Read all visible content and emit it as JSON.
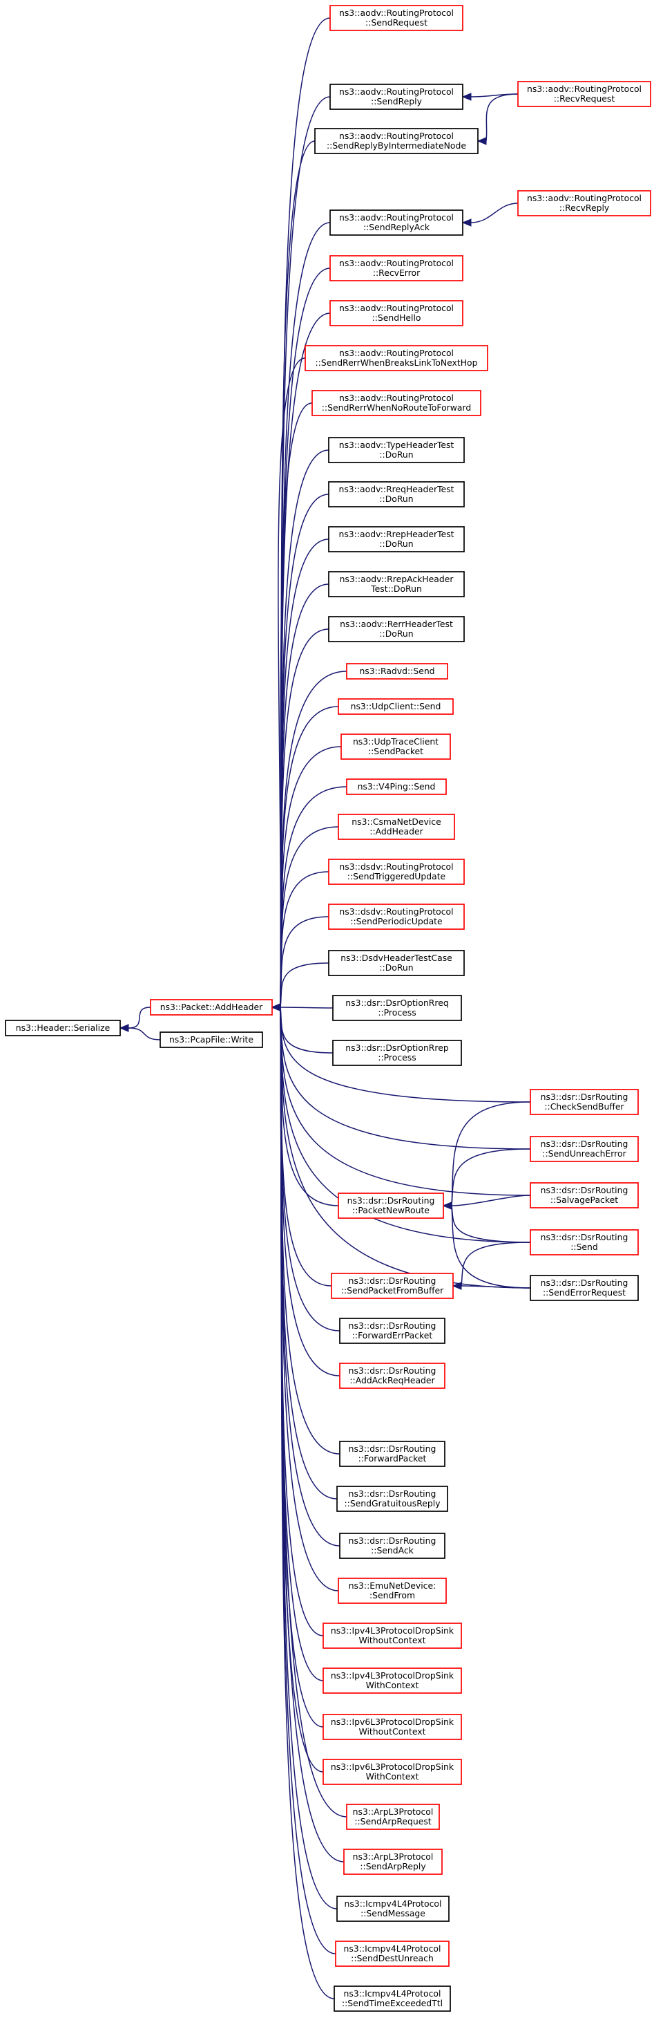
{
  "colors": {
    "linked": "#ff0000",
    "plain": "#000000",
    "root_fill": "#bfbfbf",
    "edge": "#191970"
  },
  "nodes": [
    {
      "id": "serialize",
      "lines": [
        "ns3::Header::Serialize"
      ],
      "style": "root"
    },
    {
      "id": "addheader",
      "lines": [
        "ns3::Packet::AddHeader"
      ],
      "style": "linked"
    },
    {
      "id": "pcapwrite",
      "lines": [
        "ns3::PcapFile::Write"
      ],
      "style": "plain"
    },
    {
      "id": "aodv-sendrequest",
      "lines": [
        "ns3::aodv::RoutingProtocol",
        "::SendRequest"
      ],
      "style": "linked"
    },
    {
      "id": "aodv-sendreply",
      "lines": [
        "ns3::aodv::RoutingProtocol",
        "::SendReply"
      ],
      "style": "plain"
    },
    {
      "id": "aodv-recvrequest",
      "lines": [
        "ns3::aodv::RoutingProtocol",
        "::RecvRequest"
      ],
      "style": "linked"
    },
    {
      "id": "aodv-sendreplyinter",
      "lines": [
        "ns3::aodv::RoutingProtocol",
        "::SendReplyByIntermediateNode"
      ],
      "style": "plain"
    },
    {
      "id": "aodv-sendreplyack",
      "lines": [
        "ns3::aodv::RoutingProtocol",
        "::SendReplyAck"
      ],
      "style": "plain"
    },
    {
      "id": "aodv-recvreply",
      "lines": [
        "ns3::aodv::RoutingProtocol",
        "::RecvReply"
      ],
      "style": "linked"
    },
    {
      "id": "aodv-recverror",
      "lines": [
        "ns3::aodv::RoutingProtocol",
        "::RecvError"
      ],
      "style": "linked"
    },
    {
      "id": "aodv-sendhello",
      "lines": [
        "ns3::aodv::RoutingProtocol",
        "::SendHello"
      ],
      "style": "linked"
    },
    {
      "id": "aodv-sendrerrbreaks",
      "lines": [
        "ns3::aodv::RoutingProtocol",
        "::SendRerrWhenBreaksLinkToNextHop"
      ],
      "style": "linked"
    },
    {
      "id": "aodv-sendrerrnoroute",
      "lines": [
        "ns3::aodv::RoutingProtocol",
        "::SendRerrWhenNoRouteToForward"
      ],
      "style": "linked"
    },
    {
      "id": "aodv-typeheadertest",
      "lines": [
        "ns3::aodv::TypeHeaderTest",
        "::DoRun"
      ],
      "style": "plain"
    },
    {
      "id": "aodv-rreqheadertest",
      "lines": [
        "ns3::aodv::RreqHeaderTest",
        "::DoRun"
      ],
      "style": "plain"
    },
    {
      "id": "aodv-rrepheadertest",
      "lines": [
        "ns3::aodv::RrepHeaderTest",
        "::DoRun"
      ],
      "style": "plain"
    },
    {
      "id": "aodv-rrepackheadertest",
      "lines": [
        "ns3::aodv::RrepAckHeader",
        "Test::DoRun"
      ],
      "style": "plain"
    },
    {
      "id": "aodv-rerrheadertest",
      "lines": [
        "ns3::aodv::RerrHeaderTest",
        "::DoRun"
      ],
      "style": "plain"
    },
    {
      "id": "radvd-send",
      "lines": [
        "ns3::Radvd::Send"
      ],
      "style": "linked"
    },
    {
      "id": "udpclient-send",
      "lines": [
        "ns3::UdpClient::Send"
      ],
      "style": "linked"
    },
    {
      "id": "udptraceclient-sendpacket",
      "lines": [
        "ns3::UdpTraceClient",
        "::SendPacket"
      ],
      "style": "linked"
    },
    {
      "id": "v4ping-send",
      "lines": [
        "ns3::V4Ping::Send"
      ],
      "style": "linked"
    },
    {
      "id": "csmanetdevice-addheader",
      "lines": [
        "ns3::CsmaNetDevice",
        "::AddHeader"
      ],
      "style": "linked"
    },
    {
      "id": "dsdv-sendtriggered",
      "lines": [
        "ns3::dsdv::RoutingProtocol",
        "::SendTriggeredUpdate"
      ],
      "style": "linked"
    },
    {
      "id": "dsdv-sendperiodic",
      "lines": [
        "ns3::dsdv::RoutingProtocol",
        "::SendPeriodicUpdate"
      ],
      "style": "linked"
    },
    {
      "id": "dsdvheadertest-dorun",
      "lines": [
        "ns3::DsdvHeaderTestCase",
        "::DoRun"
      ],
      "style": "plain"
    },
    {
      "id": "dsr-optionrreq-process",
      "lines": [
        "ns3::dsr::DsrOptionRreq",
        "::Process"
      ],
      "style": "plain"
    },
    {
      "id": "dsr-optionrrep-process",
      "lines": [
        "ns3::dsr::DsrOptionRrep",
        "::Process"
      ],
      "style": "plain"
    },
    {
      "id": "dsr-checksendbuffer",
      "lines": [
        "ns3::dsr::DsrRouting",
        "::CheckSendBuffer"
      ],
      "style": "linked"
    },
    {
      "id": "dsr-sendunreacherror",
      "lines": [
        "ns3::dsr::DsrRouting",
        "::SendUnreachError"
      ],
      "style": "linked"
    },
    {
      "id": "dsr-packetnewroute",
      "lines": [
        "ns3::dsr::DsrRouting",
        "::PacketNewRoute"
      ],
      "style": "linked"
    },
    {
      "id": "dsr-salvagepacket",
      "lines": [
        "ns3::dsr::DsrRouting",
        "::SalvagePacket"
      ],
      "style": "linked"
    },
    {
      "id": "dsr-send",
      "lines": [
        "ns3::dsr::DsrRouting",
        "::Send"
      ],
      "style": "linked"
    },
    {
      "id": "dsr-sendpacketfrombuffer",
      "lines": [
        "ns3::dsr::DsrRouting",
        "::SendPacketFromBuffer"
      ],
      "style": "linked"
    },
    {
      "id": "dsr-senderrorrequest",
      "lines": [
        "ns3::dsr::DsrRouting",
        "::SendErrorRequest"
      ],
      "style": "plain"
    },
    {
      "id": "dsr-forwarderrpacket",
      "lines": [
        "ns3::dsr::DsrRouting",
        "::ForwardErrPacket"
      ],
      "style": "plain"
    },
    {
      "id": "dsr-addackreqheader",
      "lines": [
        "ns3::dsr::DsrRouting",
        "::AddAckReqHeader"
      ],
      "style": "linked"
    },
    {
      "id": "dsr-forwardpacket",
      "lines": [
        "ns3::dsr::DsrRouting",
        "::ForwardPacket"
      ],
      "style": "plain"
    },
    {
      "id": "dsr-sendgratuitousreply",
      "lines": [
        "ns3::dsr::DsrRouting",
        "::SendGratuitousReply"
      ],
      "style": "plain"
    },
    {
      "id": "dsr-sendack",
      "lines": [
        "ns3::dsr::DsrRouting",
        "::SendAck"
      ],
      "style": "plain"
    },
    {
      "id": "emunetdevice-sendfrom",
      "lines": [
        "ns3::EmuNetDevice:",
        ":SendFrom"
      ],
      "style": "linked"
    },
    {
      "id": "ipv4l3-dropsink-wo",
      "lines": [
        "ns3::Ipv4L3ProtocolDropSink",
        "WithoutContext"
      ],
      "style": "linked"
    },
    {
      "id": "ipv4l3-dropsink-w",
      "lines": [
        "ns3::Ipv4L3ProtocolDropSink",
        "WithContext"
      ],
      "style": "linked"
    },
    {
      "id": "ipv6l3-dropsink-wo",
      "lines": [
        "ns3::Ipv6L3ProtocolDropSink",
        "WithoutContext"
      ],
      "style": "linked"
    },
    {
      "id": "ipv6l3-dropsink-w",
      "lines": [
        "ns3::Ipv6L3ProtocolDropSink",
        "WithContext"
      ],
      "style": "linked"
    },
    {
      "id": "arpl3-sendarprequest",
      "lines": [
        "ns3::ArpL3Protocol",
        "::SendArpRequest"
      ],
      "style": "linked"
    },
    {
      "id": "arpl3-sendarpreply",
      "lines": [
        "ns3::ArpL3Protocol",
        "::SendArpReply"
      ],
      "style": "linked"
    },
    {
      "id": "icmpv4l4-sendmessage",
      "lines": [
        "ns3::Icmpv4L4Protocol",
        "::SendMessage"
      ],
      "style": "plain"
    },
    {
      "id": "icmpv4l4-senddestunreach",
      "lines": [
        "ns3::Icmpv4L4Protocol",
        "::SendDestUnreach"
      ],
      "style": "linked"
    },
    {
      "id": "icmpv4l4-sendtimeexceeded",
      "lines": [
        "ns3::Icmpv4L4Protocol",
        "::SendTimeExceededTtl"
      ],
      "style": "plain"
    }
  ],
  "edges": [
    {
      "from": "addheader",
      "to": "serialize"
    },
    {
      "from": "pcapwrite",
      "to": "serialize"
    },
    {
      "from": "aodv-sendrequest",
      "to": "addheader"
    },
    {
      "from": "aodv-sendreply",
      "to": "addheader"
    },
    {
      "from": "aodv-sendreplyinter",
      "to": "addheader"
    },
    {
      "from": "aodv-sendreplyack",
      "to": "addheader"
    },
    {
      "from": "aodv-recverror",
      "to": "addheader"
    },
    {
      "from": "aodv-sendhello",
      "to": "addheader"
    },
    {
      "from": "aodv-sendrerrbreaks",
      "to": "addheader"
    },
    {
      "from": "aodv-sendrerrnoroute",
      "to": "addheader"
    },
    {
      "from": "aodv-typeheadertest",
      "to": "addheader"
    },
    {
      "from": "aodv-rreqheadertest",
      "to": "addheader"
    },
    {
      "from": "aodv-rrepheadertest",
      "to": "addheader"
    },
    {
      "from": "aodv-rrepackheadertest",
      "to": "addheader"
    },
    {
      "from": "aodv-rerrheadertest",
      "to": "addheader"
    },
    {
      "from": "radvd-send",
      "to": "addheader"
    },
    {
      "from": "udpclient-send",
      "to": "addheader"
    },
    {
      "from": "udptraceclient-sendpacket",
      "to": "addheader"
    },
    {
      "from": "v4ping-send",
      "to": "addheader"
    },
    {
      "from": "csmanetdevice-addheader",
      "to": "addheader"
    },
    {
      "from": "dsdv-sendtriggered",
      "to": "addheader"
    },
    {
      "from": "dsdv-sendperiodic",
      "to": "addheader"
    },
    {
      "from": "dsdvheadertest-dorun",
      "to": "addheader"
    },
    {
      "from": "dsr-optionrreq-process",
      "to": "addheader"
    },
    {
      "from": "dsr-optionrrep-process",
      "to": "addheader"
    },
    {
      "from": "dsr-packetnewroute",
      "to": "addheader"
    },
    {
      "from": "dsr-sendpacketfrombuffer",
      "to": "addheader"
    },
    {
      "from": "dsr-forwarderrpacket",
      "to": "addheader"
    },
    {
      "from": "dsr-addackreqheader",
      "to": "addheader"
    },
    {
      "from": "dsr-forwardpacket",
      "to": "addheader"
    },
    {
      "from": "dsr-sendgratuitousreply",
      "to": "addheader"
    },
    {
      "from": "dsr-sendack",
      "to": "addheader"
    },
    {
      "from": "emunetdevice-sendfrom",
      "to": "addheader"
    },
    {
      "from": "ipv4l3-dropsink-wo",
      "to": "addheader"
    },
    {
      "from": "ipv4l3-dropsink-w",
      "to": "addheader"
    },
    {
      "from": "ipv6l3-dropsink-wo",
      "to": "addheader"
    },
    {
      "from": "ipv6l3-dropsink-w",
      "to": "addheader"
    },
    {
      "from": "arpl3-sendarprequest",
      "to": "addheader"
    },
    {
      "from": "arpl3-sendarpreply",
      "to": "addheader"
    },
    {
      "from": "icmpv4l4-sendmessage",
      "to": "addheader"
    },
    {
      "from": "icmpv4l4-senddestunreach",
      "to": "addheader"
    },
    {
      "from": "icmpv4l4-sendtimeexceeded",
      "to": "addheader"
    },
    {
      "from": "aodv-recvrequest",
      "to": "aodv-sendreply"
    },
    {
      "from": "aodv-recvrequest",
      "to": "aodv-sendreplyinter"
    },
    {
      "from": "aodv-recvreply",
      "to": "aodv-sendreplyack"
    },
    {
      "from": "dsr-checksendbuffer",
      "to": "addheader"
    },
    {
      "from": "dsr-sendunreacherror",
      "to": "addheader"
    },
    {
      "from": "dsr-salvagepacket",
      "to": "addheader"
    },
    {
      "from": "dsr-send",
      "to": "addheader"
    },
    {
      "from": "dsr-senderrorrequest",
      "to": "addheader"
    },
    {
      "from": "dsr-checksendbuffer",
      "to": "dsr-packetnewroute"
    },
    {
      "from": "dsr-sendunreacherror",
      "to": "dsr-packetnewroute"
    },
    {
      "from": "dsr-salvagepacket",
      "to": "dsr-packetnewroute"
    },
    {
      "from": "dsr-send",
      "to": "dsr-packetnewroute"
    },
    {
      "from": "dsr-senderrorrequest",
      "to": "dsr-packetnewroute"
    },
    {
      "from": "dsr-send",
      "to": "dsr-sendpacketfrombuffer"
    },
    {
      "from": "dsr-senderrorrequest",
      "to": "dsr-sendpacketfrombuffer"
    }
  ]
}
